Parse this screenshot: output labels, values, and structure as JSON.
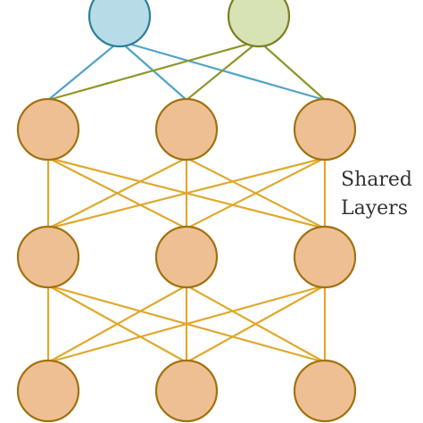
{
  "diagram": {
    "type": "multi-task neural network (shared layers)",
    "caption_lines": [
      "Shared",
      "Layers"
    ],
    "colors": {
      "task_a_fill": "#b7dce8",
      "task_a_edge": "#4fa3c7",
      "task_b_fill": "#d7e3b5",
      "task_b_edge": "#8f962a",
      "shared_fill": "#efbf94",
      "shared_stroke": "#a1720f",
      "shared_edge": "#e0a82c"
    },
    "output_heads": [
      {
        "id": "task-a-head",
        "connects_to": "all-top-shared-nodes"
      },
      {
        "id": "task-b-head",
        "connects_to": "all-top-shared-nodes"
      }
    ],
    "shared_layers": [
      {
        "index": 1,
        "node_count": 3
      },
      {
        "index": 2,
        "node_count": 3
      },
      {
        "index": 3,
        "node_count": 3
      }
    ]
  }
}
